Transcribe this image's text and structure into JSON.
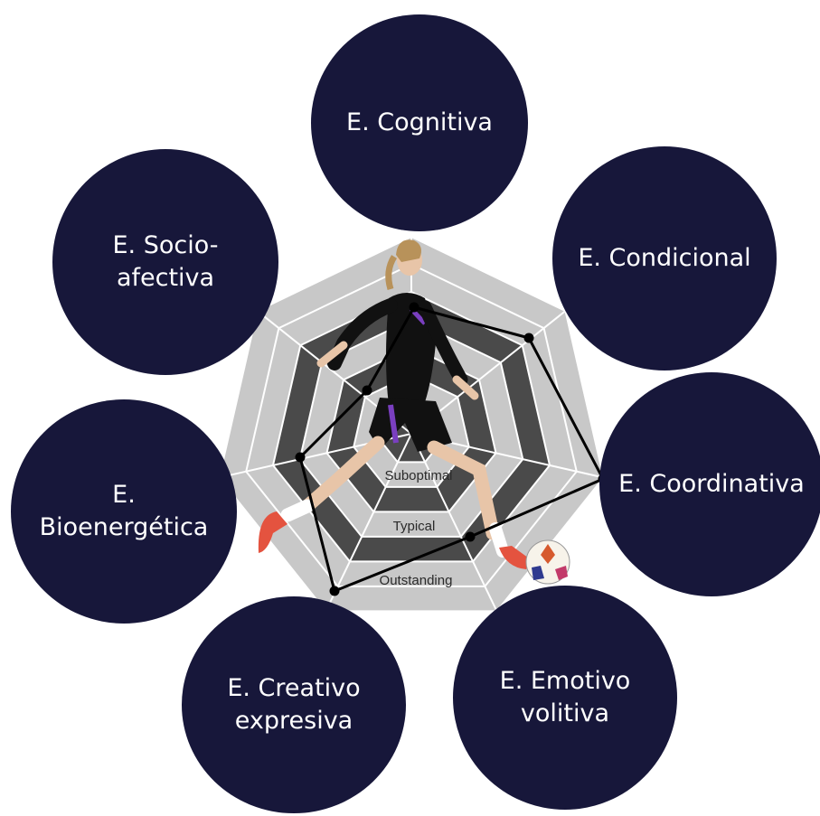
{
  "diagram": {
    "dimensions": [
      {
        "label": "E. Cognitiva"
      },
      {
        "label": "E. Condicional"
      },
      {
        "label": "E. Coordinativa"
      },
      {
        "label": "E. Emotivo\nvolitiva"
      },
      {
        "label": "E. Creativo\nexpresiva"
      },
      {
        "label": "E.\nBioenergética"
      },
      {
        "label": "E. Socio-\nafectiva"
      }
    ],
    "levels": [
      "Suboptimal",
      "Typical",
      "Outstanding"
    ],
    "colors": {
      "bubble": "#17173a",
      "ring_light": "#c8c8c8",
      "ring_dark": "#4a4a4a",
      "profile_line": "#000000"
    },
    "figure_icon": "soccer-player-kicking-ball"
  }
}
